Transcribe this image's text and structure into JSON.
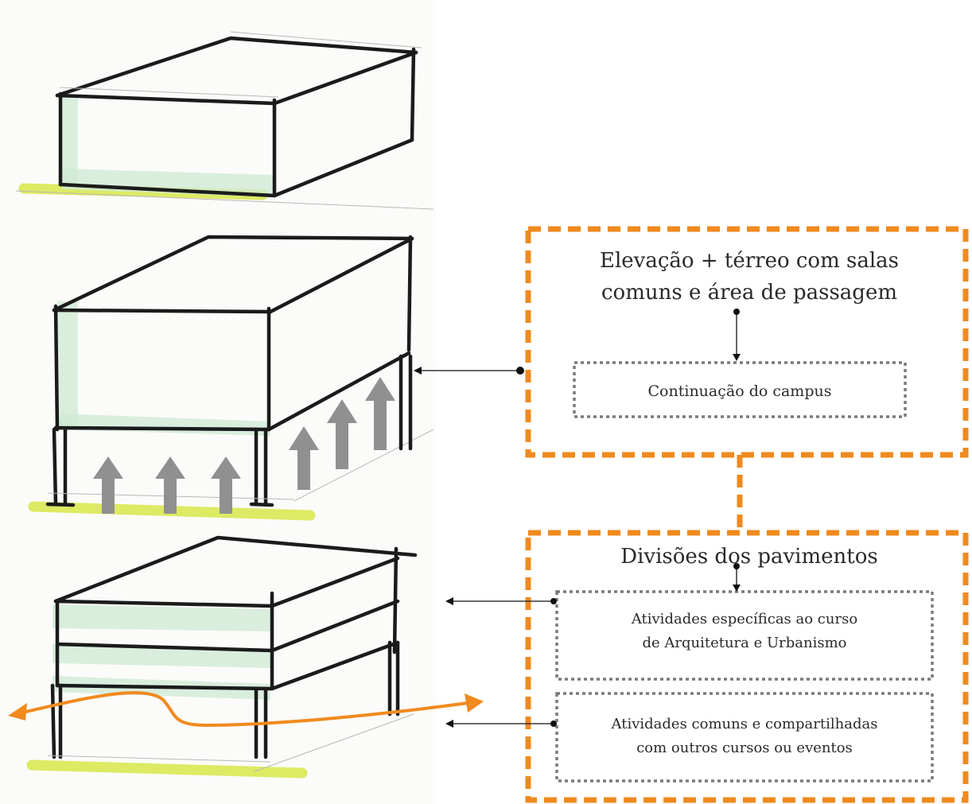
{
  "panel_top": {
    "title_line1": "Elevação + térreo com salas",
    "title_line2": "comuns e área de passagem",
    "item": "Continuação do campus"
  },
  "panel_bottom": {
    "title": "Divisões dos pavimentos",
    "item1_line1": "Atividades específicas ao curso",
    "item1_line2": "de Arquitetura e Urbanismo",
    "item2_line1": "Atividades comuns e compartilhadas",
    "item2_line2": "com outros cursos ou eventos"
  },
  "colors": {
    "frame_dashed": "#f08a1e",
    "inner_dotted": "#7a7a7a",
    "ground_highlight": "#d8e84a",
    "glass_wash": "#cfe9d4",
    "lift_arrows": "#909090",
    "flow_arrow": "#f08a1e",
    "sketch_ink": "#1b1b1b"
  },
  "icons": {
    "lift_arrows": "up-arrow-icon",
    "flow": "double-headed-curved-arrow-icon",
    "pointers": "left-pointer-arrow-icon"
  }
}
